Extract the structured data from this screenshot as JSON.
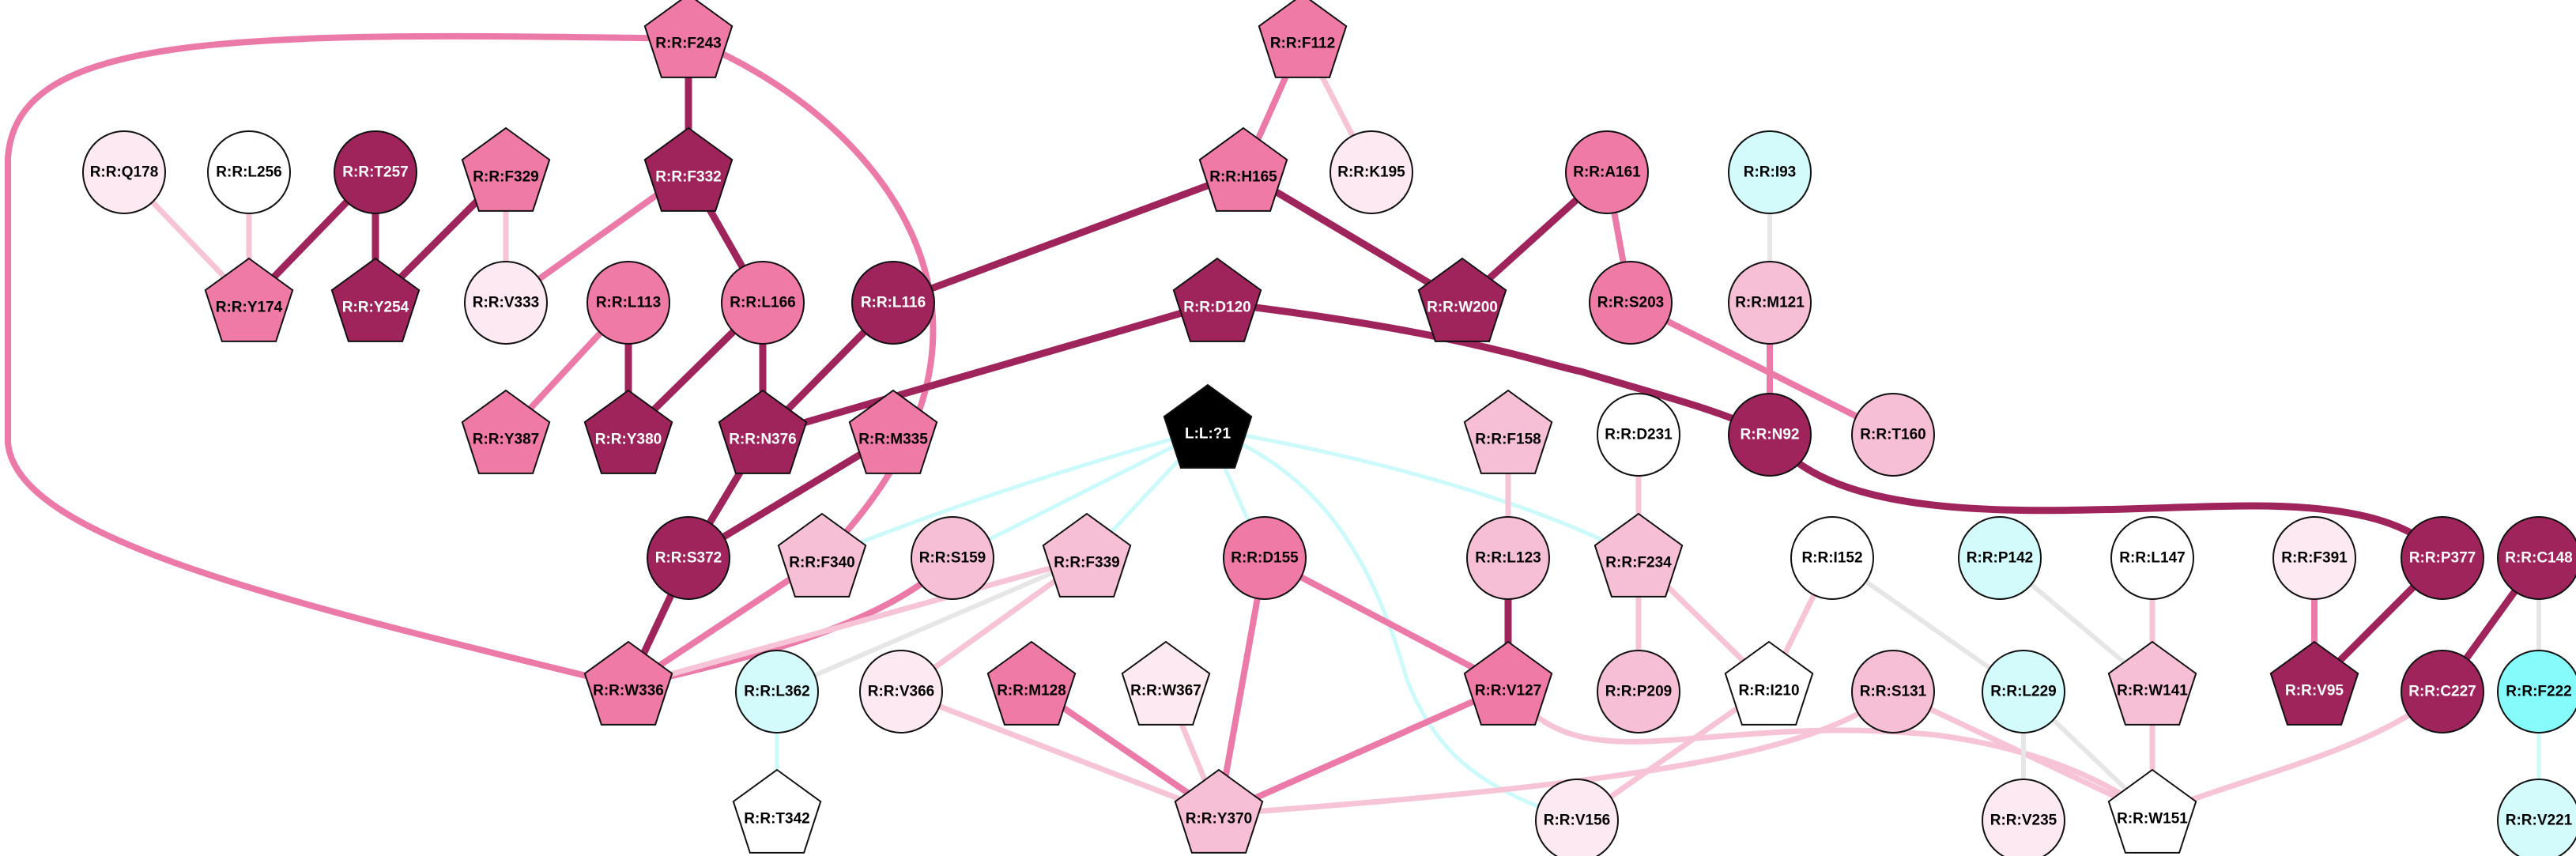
{
  "colors": {
    "dark": "#a0245c",
    "strong": "#f07aa6",
    "medium": "#f7bfd5",
    "light": "#fde9f1",
    "white": "#ffffff",
    "cyan_light": "#d4fbfc",
    "cyan": "#86fbfb",
    "black": "#000000",
    "edge_dark": "#a0245c",
    "edge_strong": "#ec7aa8",
    "edge_light": "#f7c3d6",
    "edge_grey": "#e6e6e6",
    "edge_cyan": "#ccfafa"
  },
  "nodes": [
    {
      "id": "F243",
      "label": "R:R:F243",
      "shape": "pentagon",
      "fill": "strong"
    },
    {
      "id": "F112",
      "label": "R:R:F112",
      "shape": "pentagon",
      "fill": "strong"
    },
    {
      "id": "Q178",
      "label": "R:R:Q178",
      "shape": "circle",
      "fill": "light"
    },
    {
      "id": "L256",
      "label": "R:R:L256",
      "shape": "circle",
      "fill": "white"
    },
    {
      "id": "T257",
      "label": "R:R:T257",
      "shape": "circle",
      "fill": "dark"
    },
    {
      "id": "F329",
      "label": "R:R:F329",
      "shape": "pentagon",
      "fill": "strong"
    },
    {
      "id": "F332",
      "label": "R:R:F332",
      "shape": "pentagon",
      "fill": "dark"
    },
    {
      "id": "H165",
      "label": "R:R:H165",
      "shape": "pentagon",
      "fill": "strong"
    },
    {
      "id": "K195",
      "label": "R:R:K195",
      "shape": "circle",
      "fill": "light"
    },
    {
      "id": "A161",
      "label": "R:R:A161",
      "shape": "circle",
      "fill": "strong"
    },
    {
      "id": "I93",
      "label": "R:R:I93",
      "shape": "circle",
      "fill": "cyan_light"
    },
    {
      "id": "Y174",
      "label": "R:R:Y174",
      "shape": "pentagon",
      "fill": "strong"
    },
    {
      "id": "Y254",
      "label": "R:R:Y254",
      "shape": "pentagon",
      "fill": "dark"
    },
    {
      "id": "V333",
      "label": "R:R:V333",
      "shape": "circle",
      "fill": "light"
    },
    {
      "id": "L113",
      "label": "R:R:L113",
      "shape": "circle",
      "fill": "strong"
    },
    {
      "id": "L166",
      "label": "R:R:L166",
      "shape": "circle",
      "fill": "strong"
    },
    {
      "id": "L116",
      "label": "R:R:L116",
      "shape": "circle",
      "fill": "dark"
    },
    {
      "id": "D120",
      "label": "R:R:D120",
      "shape": "pentagon",
      "fill": "dark"
    },
    {
      "id": "W200",
      "label": "R:R:W200",
      "shape": "pentagon",
      "fill": "dark"
    },
    {
      "id": "S203",
      "label": "R:R:S203",
      "shape": "circle",
      "fill": "strong"
    },
    {
      "id": "M121",
      "label": "R:R:M121",
      "shape": "circle",
      "fill": "medium"
    },
    {
      "id": "Y387",
      "label": "R:R:Y387",
      "shape": "pentagon",
      "fill": "strong"
    },
    {
      "id": "Y380",
      "label": "R:R:Y380",
      "shape": "pentagon",
      "fill": "dark"
    },
    {
      "id": "N376",
      "label": "R:R:N376",
      "shape": "pentagon",
      "fill": "dark"
    },
    {
      "id": "M335",
      "label": "R:R:M335",
      "shape": "pentagon",
      "fill": "strong"
    },
    {
      "id": "L1",
      "label": "L:L:?1",
      "shape": "pentagon",
      "fill": "black"
    },
    {
      "id": "F158",
      "label": "R:R:F158",
      "shape": "pentagon",
      "fill": "medium"
    },
    {
      "id": "D231",
      "label": "R:R:D231",
      "shape": "circle",
      "fill": "white"
    },
    {
      "id": "N92",
      "label": "R:R:N92",
      "shape": "circle",
      "fill": "dark"
    },
    {
      "id": "T160",
      "label": "R:R:T160",
      "shape": "circle",
      "fill": "medium"
    },
    {
      "id": "S372",
      "label": "R:R:S372",
      "shape": "circle",
      "fill": "dark"
    },
    {
      "id": "F340",
      "label": "R:R:F340",
      "shape": "pentagon",
      "fill": "medium"
    },
    {
      "id": "S159",
      "label": "R:R:S159",
      "shape": "circle",
      "fill": "medium"
    },
    {
      "id": "F339",
      "label": "R:R:F339",
      "shape": "pentagon",
      "fill": "medium"
    },
    {
      "id": "D155",
      "label": "R:R:D155",
      "shape": "circle",
      "fill": "strong"
    },
    {
      "id": "L123",
      "label": "R:R:L123",
      "shape": "circle",
      "fill": "medium"
    },
    {
      "id": "F234",
      "label": "R:R:F234",
      "shape": "pentagon",
      "fill": "medium"
    },
    {
      "id": "I152",
      "label": "R:R:I152",
      "shape": "circle",
      "fill": "white"
    },
    {
      "id": "P142",
      "label": "R:R:P142",
      "shape": "circle",
      "fill": "cyan_light"
    },
    {
      "id": "L147",
      "label": "R:R:L147",
      "shape": "circle",
      "fill": "white"
    },
    {
      "id": "F391",
      "label": "R:R:F391",
      "shape": "circle",
      "fill": "light"
    },
    {
      "id": "P377",
      "label": "R:R:P377",
      "shape": "circle",
      "fill": "dark"
    },
    {
      "id": "C148",
      "label": "R:R:C148",
      "shape": "circle",
      "fill": "dark"
    },
    {
      "id": "W336",
      "label": "R:R:W336",
      "shape": "pentagon",
      "fill": "strong"
    },
    {
      "id": "L362",
      "label": "R:R:L362",
      "shape": "circle",
      "fill": "cyan_light"
    },
    {
      "id": "V366",
      "label": "R:R:V366",
      "shape": "circle",
      "fill": "light"
    },
    {
      "id": "M128",
      "label": "R:R:M128",
      "shape": "pentagon",
      "fill": "strong"
    },
    {
      "id": "W367",
      "label": "R:R:W367",
      "shape": "pentagon",
      "fill": "light"
    },
    {
      "id": "V127",
      "label": "R:R:V127",
      "shape": "pentagon",
      "fill": "strong"
    },
    {
      "id": "P209",
      "label": "R:R:P209",
      "shape": "circle",
      "fill": "medium"
    },
    {
      "id": "I210",
      "label": "R:R:I210",
      "shape": "pentagon",
      "fill": "white"
    },
    {
      "id": "S131",
      "label": "R:R:S131",
      "shape": "circle",
      "fill": "medium"
    },
    {
      "id": "L229",
      "label": "R:R:L229",
      "shape": "circle",
      "fill": "cyan_light"
    },
    {
      "id": "W141",
      "label": "R:R:W141",
      "shape": "pentagon",
      "fill": "medium"
    },
    {
      "id": "V95",
      "label": "R:R:V95",
      "shape": "pentagon",
      "fill": "dark"
    },
    {
      "id": "C227",
      "label": "R:R:C227",
      "shape": "circle",
      "fill": "dark"
    },
    {
      "id": "F222",
      "label": "R:R:F222",
      "shape": "circle",
      "fill": "cyan"
    },
    {
      "id": "T342",
      "label": "R:R:T342",
      "shape": "pentagon",
      "fill": "white"
    },
    {
      "id": "Y370",
      "label": "R:R:Y370",
      "shape": "pentagon",
      "fill": "medium"
    },
    {
      "id": "V156",
      "label": "R:R:V156",
      "shape": "circle",
      "fill": "light"
    },
    {
      "id": "V235",
      "label": "R:R:V235",
      "shape": "circle",
      "fill": "light"
    },
    {
      "id": "W151",
      "label": "R:R:W151",
      "shape": "pentagon",
      "fill": "white"
    },
    {
      "id": "V221",
      "label": "R:R:V221",
      "shape": "circle",
      "fill": "cyan_light"
    }
  ],
  "edges": [
    {
      "a": "F243",
      "b": "F332",
      "color": "edge_dark"
    },
    {
      "a": "F243",
      "b": "W336",
      "color": "edge_strong"
    },
    {
      "a": "F243",
      "b": "F340",
      "color": "edge_strong"
    },
    {
      "a": "F112",
      "b": "H165",
      "color": "edge_strong"
    },
    {
      "a": "F112",
      "b": "K195",
      "color": "edge_light"
    },
    {
      "a": "Q178",
      "b": "Y174",
      "color": "edge_light"
    },
    {
      "a": "L256",
      "b": "Y174",
      "color": "edge_light"
    },
    {
      "a": "T257",
      "b": "Y174",
      "color": "edge_dark"
    },
    {
      "a": "T257",
      "b": "Y254",
      "color": "edge_dark"
    },
    {
      "a": "F329",
      "b": "Y254",
      "color": "edge_dark"
    },
    {
      "a": "F329",
      "b": "V333",
      "color": "edge_light"
    },
    {
      "a": "F332",
      "b": "V333",
      "color": "edge_strong"
    },
    {
      "a": "F332",
      "b": "L166",
      "color": "edge_dark"
    },
    {
      "a": "H165",
      "b": "L116",
      "color": "edge_dark"
    },
    {
      "a": "H165",
      "b": "W200",
      "color": "edge_dark"
    },
    {
      "a": "A161",
      "b": "W200",
      "color": "edge_dark"
    },
    {
      "a": "A161",
      "b": "S203",
      "color": "edge_strong"
    },
    {
      "a": "I93",
      "b": "M121",
      "color": "edge_grey"
    },
    {
      "a": "M121",
      "b": "N92",
      "color": "edge_strong"
    },
    {
      "a": "S203",
      "b": "T160",
      "color": "edge_strong"
    },
    {
      "a": "L113",
      "b": "Y387",
      "color": "edge_strong"
    },
    {
      "a": "L113",
      "b": "Y380",
      "color": "edge_dark"
    },
    {
      "a": "L166",
      "b": "Y380",
      "color": "edge_dark"
    },
    {
      "a": "L166",
      "b": "N376",
      "color": "edge_dark"
    },
    {
      "a": "L116",
      "b": "N376",
      "color": "edge_dark"
    },
    {
      "a": "D120",
      "b": "N376",
      "color": "edge_dark"
    },
    {
      "a": "D120",
      "b": "N92",
      "color": "edge_dark"
    },
    {
      "a": "N92",
      "b": "P377",
      "color": "edge_dark"
    },
    {
      "a": "N376",
      "b": "S372",
      "color": "edge_dark"
    },
    {
      "a": "M335",
      "b": "S372",
      "color": "edge_dark"
    },
    {
      "a": "S372",
      "b": "W336",
      "color": "edge_dark"
    },
    {
      "a": "F340",
      "b": "W336",
      "color": "edge_strong"
    },
    {
      "a": "S159",
      "b": "W336",
      "color": "edge_strong"
    },
    {
      "a": "F339",
      "b": "W336",
      "color": "edge_light"
    },
    {
      "a": "F339",
      "b": "L362",
      "color": "edge_grey"
    },
    {
      "a": "F339",
      "b": "V366",
      "color": "edge_light"
    },
    {
      "a": "L1",
      "b": "F340",
      "color": "edge_cyan"
    },
    {
      "a": "L1",
      "b": "F339",
      "color": "edge_cyan"
    },
    {
      "a": "L1",
      "b": "S159",
      "color": "edge_cyan"
    },
    {
      "a": "L1",
      "b": "D155",
      "color": "edge_cyan"
    },
    {
      "a": "L1",
      "b": "F234",
      "color": "edge_cyan"
    },
    {
      "a": "L1",
      "b": "V156",
      "color": "edge_cyan"
    },
    {
      "a": "F158",
      "b": "L123",
      "color": "edge_light"
    },
    {
      "a": "D231",
      "b": "F234",
      "color": "edge_light"
    },
    {
      "a": "L123",
      "b": "V127",
      "color": "edge_dark"
    },
    {
      "a": "D155",
      "b": "V127",
      "color": "edge_strong"
    },
    {
      "a": "D155",
      "b": "Y370",
      "color": "edge_strong"
    },
    {
      "a": "F234",
      "b": "P209",
      "color": "edge_light"
    },
    {
      "a": "F234",
      "b": "I210",
      "color": "edge_light"
    },
    {
      "a": "I152",
      "b": "I210",
      "color": "edge_light"
    },
    {
      "a": "I152",
      "b": "L229",
      "color": "edge_grey"
    },
    {
      "a": "I210",
      "b": "V156",
      "color": "edge_light"
    },
    {
      "a": "P142",
      "b": "W141",
      "color": "edge_grey"
    },
    {
      "a": "L147",
      "b": "W141",
      "color": "edge_light"
    },
    {
      "a": "W141",
      "b": "W151",
      "color": "edge_light"
    },
    {
      "a": "F391",
      "b": "V95",
      "color": "edge_strong"
    },
    {
      "a": "P377",
      "b": "V95",
      "color": "edge_dark"
    },
    {
      "a": "C148",
      "b": "C227",
      "color": "edge_dark"
    },
    {
      "a": "C148",
      "b": "F222",
      "color": "edge_grey"
    },
    {
      "a": "F222",
      "b": "V221",
      "color": "edge_cyan"
    },
    {
      "a": "C227",
      "b": "W151",
      "color": "edge_light"
    },
    {
      "a": "L362",
      "b": "T342",
      "color": "edge_cyan"
    },
    {
      "a": "V366",
      "b": "Y370",
      "color": "edge_light"
    },
    {
      "a": "M128",
      "b": "Y370",
      "color": "edge_strong"
    },
    {
      "a": "W367",
      "b": "Y370",
      "color": "edge_light"
    },
    {
      "a": "V127",
      "b": "Y370",
      "color": "edge_strong"
    },
    {
      "a": "V127",
      "b": "W151",
      "color": "edge_light"
    },
    {
      "a": "S131",
      "b": "Y370",
      "color": "edge_light"
    },
    {
      "a": "S131",
      "b": "W151",
      "color": "edge_light"
    },
    {
      "a": "L229",
      "b": "V235",
      "color": "edge_grey"
    },
    {
      "a": "L229",
      "b": "W151",
      "color": "edge_grey"
    }
  ]
}
